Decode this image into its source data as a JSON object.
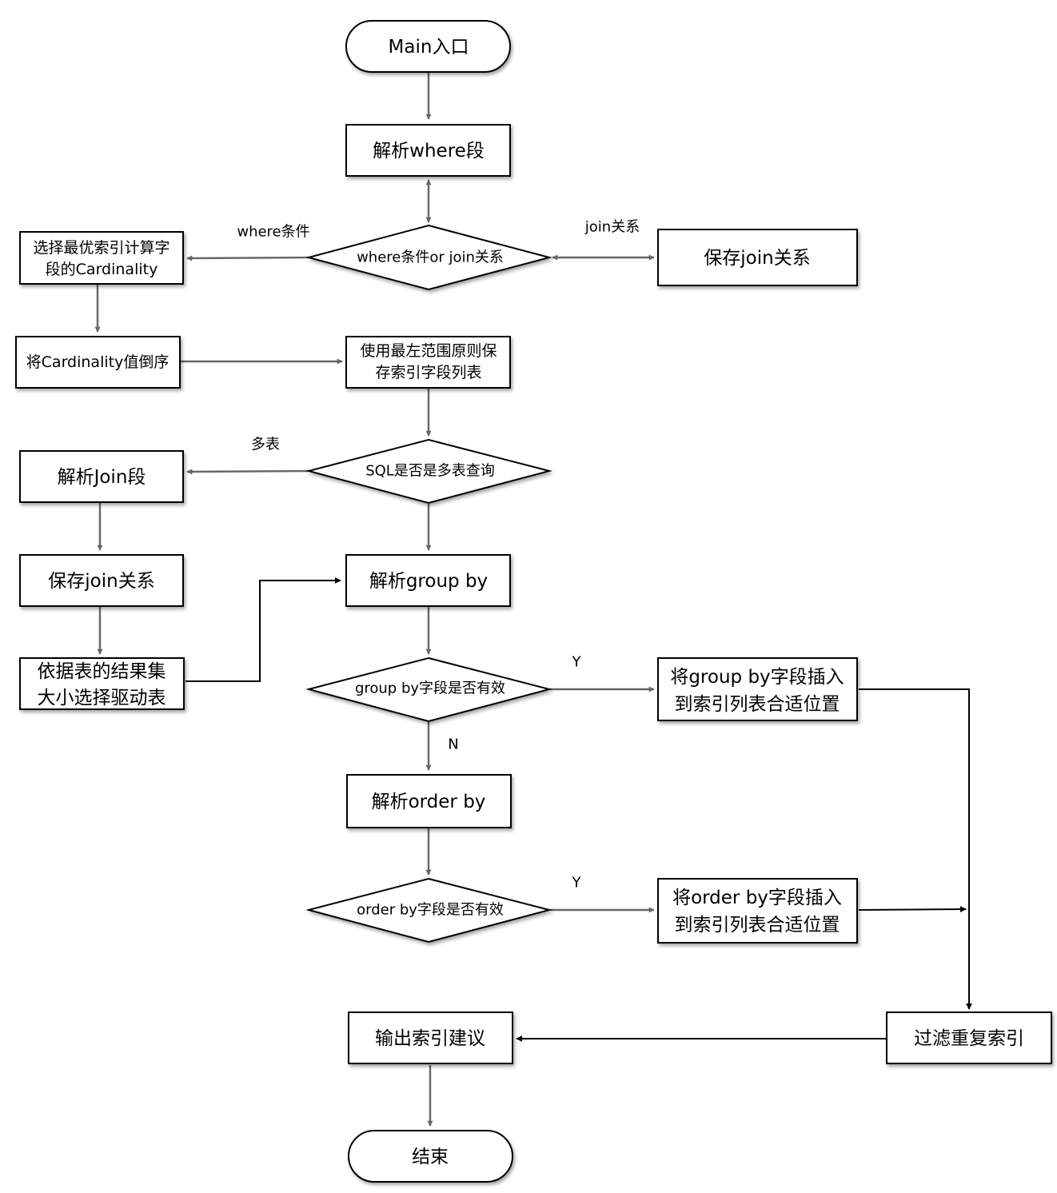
{
  "nodes": {
    "main_entry": "Main入口",
    "parse_where": "解析where段",
    "where_or_join": "where条件or join关系",
    "save_join_right": "保存join关系",
    "select_best_index": [
      "选择最优索引计算字",
      "段的Cardinality"
    ],
    "sort_cardinality": "将Cardinality值倒序",
    "leftmost_range": [
      "使用最左范围原则保",
      "存索引字段列表"
    ],
    "is_multi_table": "SQL是否是多表查询",
    "parse_join": "解析Join段",
    "save_join_left": "保存join关系",
    "choose_driver": [
      "依据表的结果集",
      "大小选择驱动表"
    ],
    "parse_group_by": "解析group by",
    "group_by_valid": "group by字段是否有效",
    "insert_group_by": [
      "将group by字段插入",
      "到索引列表合适位置"
    ],
    "parse_order_by": "解析order by",
    "order_by_valid": "order by字段是否有效",
    "insert_order_by": [
      "将order by字段插入",
      "到索引列表合适位置"
    ],
    "filter_duplicates": "过滤重复索引",
    "output_advice": "输出索引建议",
    "end": "结束"
  },
  "edge_labels": {
    "where_cond": "where条件",
    "join_rel": "join关系",
    "multi_table": "多表",
    "group_yes": "Y",
    "group_no": "N",
    "order_yes": "Y"
  }
}
